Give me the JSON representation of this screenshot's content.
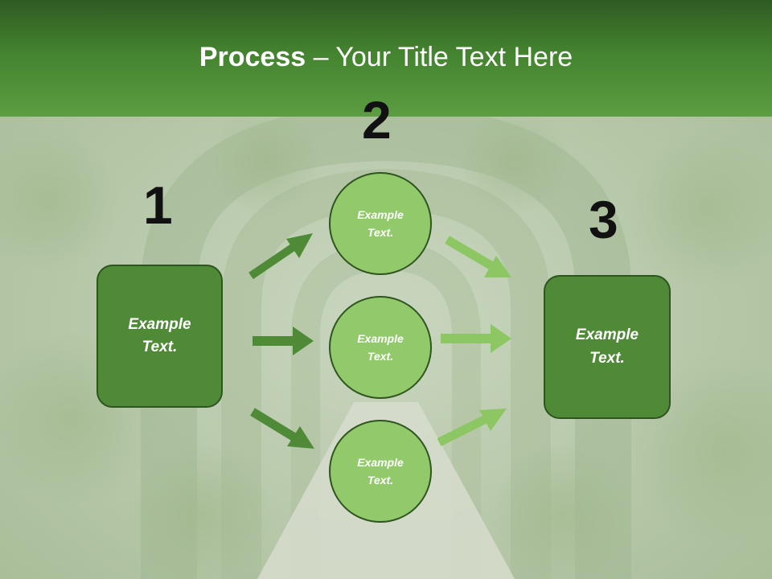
{
  "title": {
    "bold": "Process",
    "rest": " – Your Title Text Here"
  },
  "step_numbers": [
    "1",
    "2",
    "3"
  ],
  "left_box": {
    "text": "Example\nText."
  },
  "circles": [
    {
      "text": "Example\nText."
    },
    {
      "text": "Example\nText."
    },
    {
      "text": "Example\nText."
    }
  ],
  "right_box": {
    "text": "Example\nText."
  },
  "colors": {
    "header": "#44832f",
    "box_fill": "#4f8a36",
    "circle_fill": "#92c96a",
    "arrow_dark": "#4f8a36",
    "arrow_light": "#8cc763"
  }
}
